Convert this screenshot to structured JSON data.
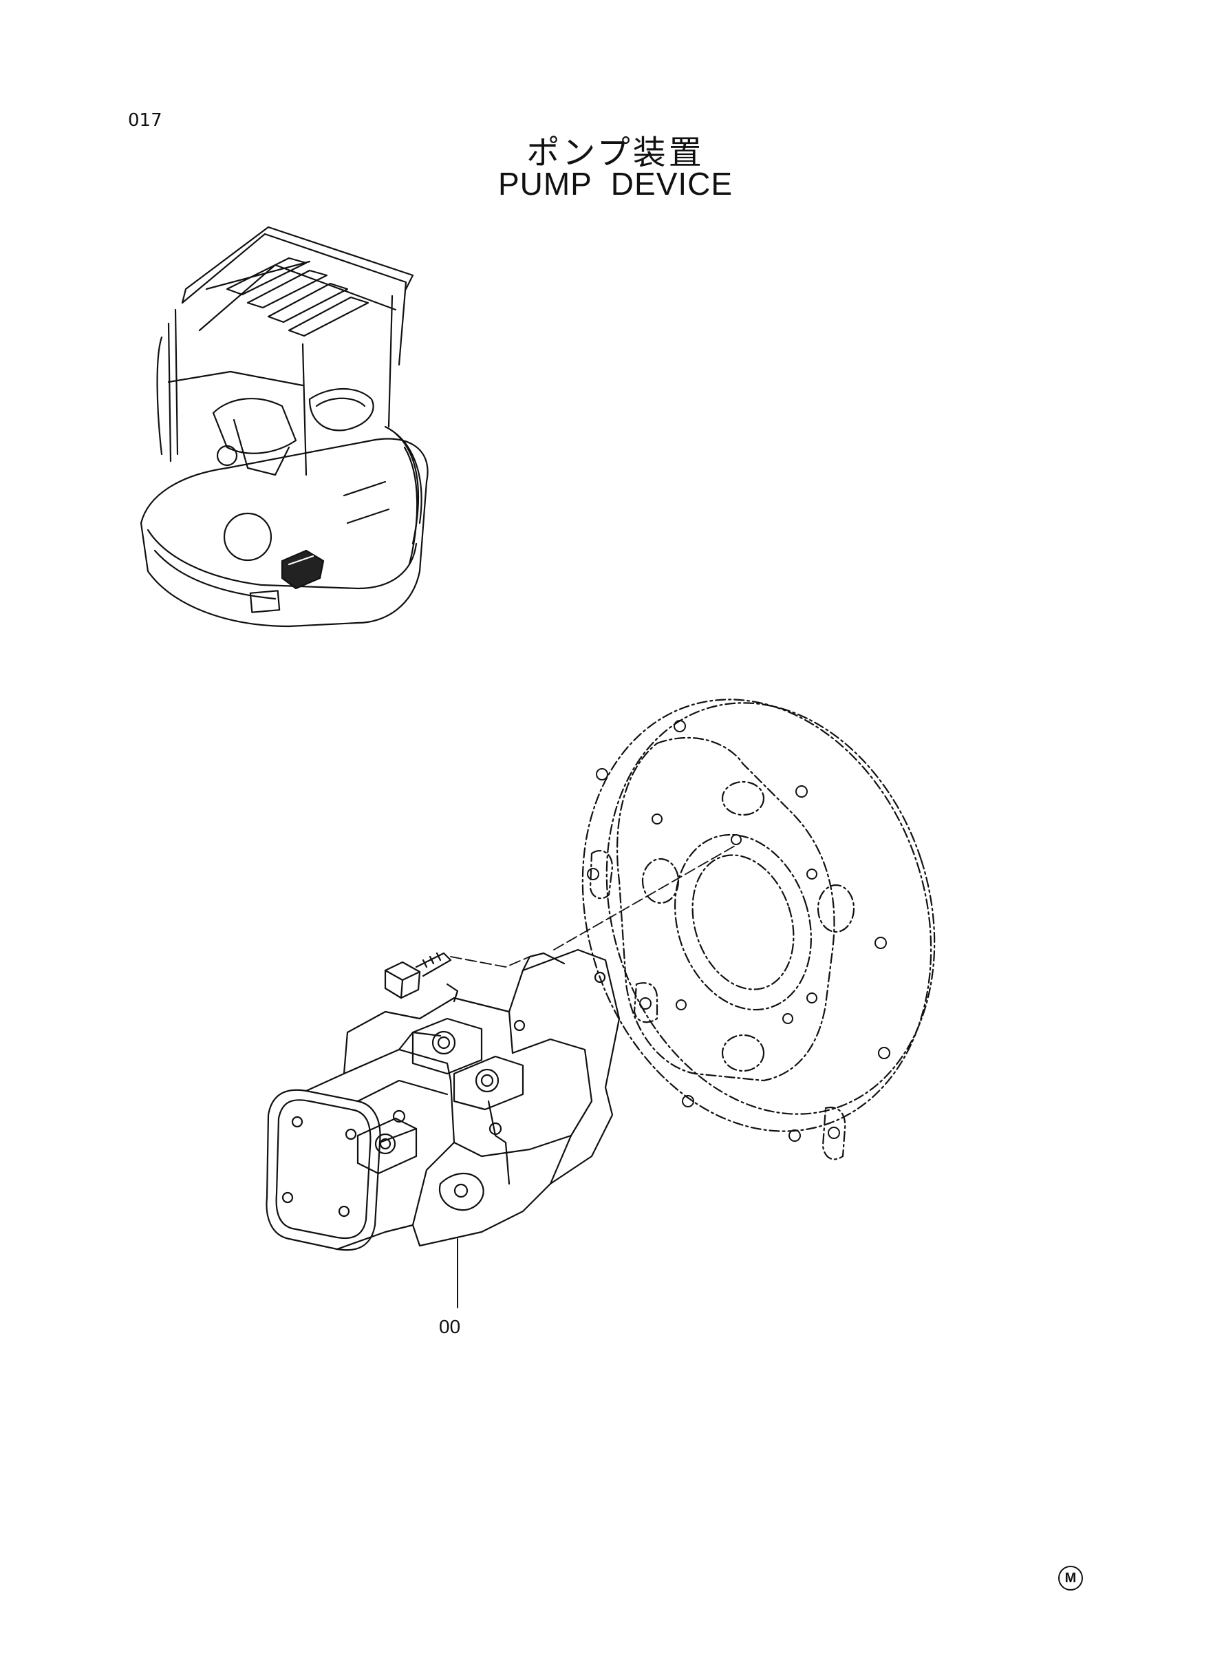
{
  "page": {
    "number": "017"
  },
  "title": {
    "japanese": "ポンプ装置",
    "english": "PUMP DEVICE"
  },
  "callouts": [
    {
      "label": "00"
    }
  ],
  "footer": {
    "mark": "M"
  },
  "illustration": {
    "parts": [
      "excavator-overview",
      "flywheel-housing",
      "mounting-bolt",
      "hydraulic-pump"
    ]
  }
}
